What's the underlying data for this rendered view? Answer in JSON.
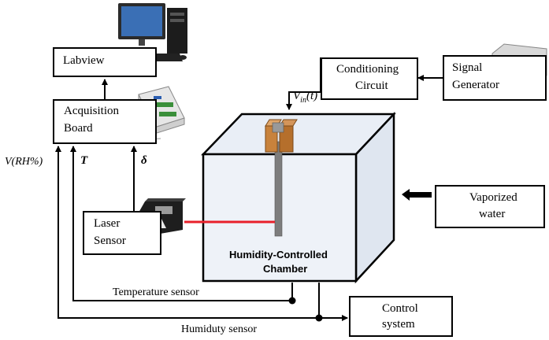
{
  "boxes": {
    "labview": "Labview",
    "acquisition_l1": "Acquisition",
    "acquisition_l2": "Board",
    "conditioning_l1": "Conditioning",
    "conditioning_l2": "Circuit",
    "signal_l1": "Signal",
    "signal_l2": "Generator",
    "laser_l1": "Laser",
    "laser_l2": "Sensor",
    "vapor_l1": "Vaporized",
    "vapor_l2": "water",
    "control_l1": "Control",
    "control_l2": "system"
  },
  "signals": {
    "vrh": "V(RH%)",
    "temp": "T",
    "delta": "δ",
    "vin_main": "V",
    "vin_sub": "in",
    "vin_tail": "(t)"
  },
  "chamber": {
    "label_l1": "Humidity-Controlled",
    "label_l2": "Chamber"
  },
  "lines": {
    "temperature": "Temperature sensor",
    "humidity": "Humiduty sensor"
  },
  "colors": {
    "laser_beam": "#e8202a",
    "chamber_face": "#eef2f8",
    "clamp": "#c8823c"
  }
}
